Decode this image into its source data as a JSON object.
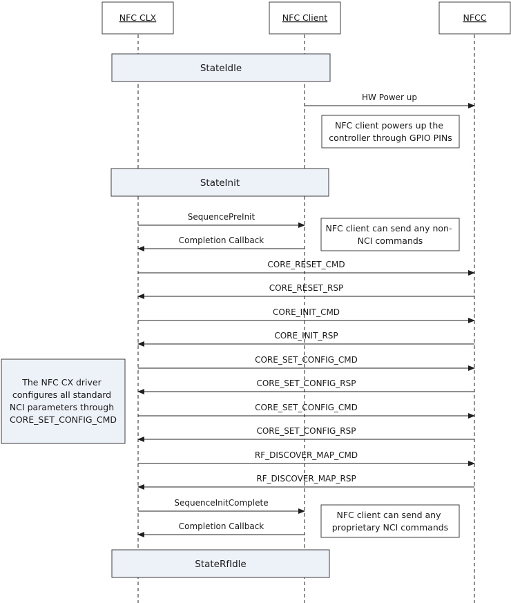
{
  "actors": [
    {
      "id": "clx",
      "label": "NFC CLX"
    },
    {
      "id": "client",
      "label": "NFC Client"
    },
    {
      "id": "nfcc",
      "label": "NFCC"
    }
  ],
  "states": [
    {
      "label": "StateIdle"
    },
    {
      "label": "StateInit"
    },
    {
      "label": "StateRfIdle"
    }
  ],
  "messages": [
    {
      "label": "HW Power up",
      "from": "client",
      "to": "nfcc"
    },
    {
      "label": "SequencePreInit",
      "from": "clx",
      "to": "client"
    },
    {
      "label": "Completion Callback",
      "from": "client",
      "to": "clx"
    },
    {
      "label": "CORE_RESET_CMD",
      "from": "clx",
      "to": "nfcc"
    },
    {
      "label": "CORE_RESET_RSP",
      "from": "nfcc",
      "to": "clx"
    },
    {
      "label": "CORE_INIT_CMD",
      "from": "clx",
      "to": "nfcc"
    },
    {
      "label": "CORE_INIT_RSP",
      "from": "nfcc",
      "to": "clx"
    },
    {
      "label": "CORE_SET_CONFIG_CMD",
      "from": "clx",
      "to": "nfcc"
    },
    {
      "label": "CORE_SET_CONFIG_RSP",
      "from": "nfcc",
      "to": "clx"
    },
    {
      "label": "CORE_SET_CONFIG_CMD",
      "from": "clx",
      "to": "nfcc"
    },
    {
      "label": "CORE_SET_CONFIG_RSP",
      "from": "nfcc",
      "to": "clx"
    },
    {
      "label": "RF_DISCOVER_MAP_CMD",
      "from": "clx",
      "to": "nfcc"
    },
    {
      "label": "RF_DISCOVER_MAP_RSP",
      "from": "nfcc",
      "to": "clx"
    },
    {
      "label": "SequenceInitComplete",
      "from": "clx",
      "to": "client"
    },
    {
      "label": "Completion Callback",
      "from": "client",
      "to": "clx"
    }
  ],
  "notes": [
    {
      "lines": [
        "NFC client powers up the",
        "controller through GPIO PINs"
      ]
    },
    {
      "lines": [
        "NFC client can send any non-",
        "NCI commands"
      ]
    },
    {
      "lines": [
        "The NFC CX driver",
        "configures all standard",
        "NCI parameters through",
        "CORE_SET_CONFIG_CMD"
      ]
    },
    {
      "lines": [
        "NFC client can send any",
        "proprietary NCI commands"
      ]
    }
  ],
  "colors": {
    "state_fill": "#edf1f8",
    "box_stroke": "#3c3c3c",
    "line": "#202020"
  }
}
